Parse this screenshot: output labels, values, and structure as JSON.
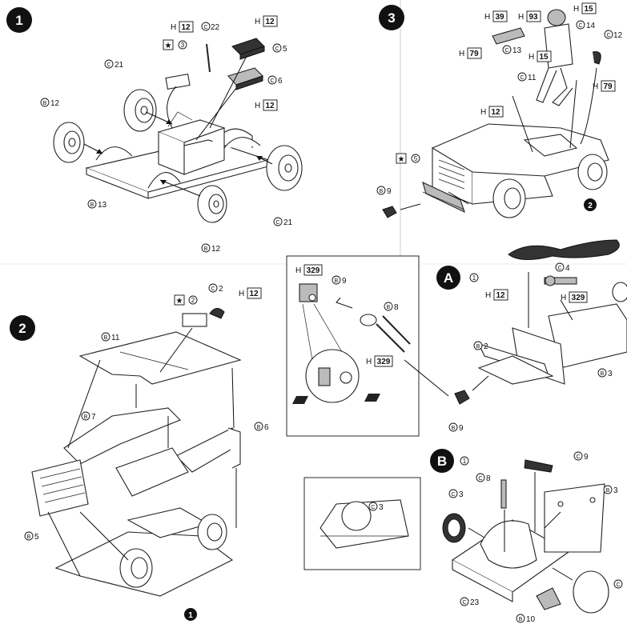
{
  "steps": {
    "s1": "1",
    "s2": "2",
    "s3": "3",
    "sA": "A",
    "sB": "B"
  },
  "labels": {
    "h12": "H",
    "h12n": "12",
    "h39n": "39",
    "h93n": "93",
    "h15n": "15",
    "h79n": "79",
    "h329n": "329",
    "c22": "22",
    "c5": "5",
    "c6": "6",
    "c21": "21",
    "c2": "2",
    "c14": "14",
    "c13": "13",
    "c11": "11",
    "c12": "12",
    "c4": "4",
    "c3": "3",
    "c8": "8",
    "c9": "9",
    "c23": "23",
    "b12": "12",
    "b13": "13",
    "b11": "11",
    "b7": "7",
    "b6": "6",
    "b5": "5",
    "b9": "9",
    "b8": "8",
    "b2": "2",
    "b3": "3",
    "b10": "10",
    "star3": "3",
    "star2": "2",
    "star5": "5",
    "A1": "1",
    "B1": "1",
    "C": "C",
    "B": "B",
    "star": "★"
  },
  "sub_refs": {
    "step1_ref": "1",
    "step2_ref": "2"
  }
}
